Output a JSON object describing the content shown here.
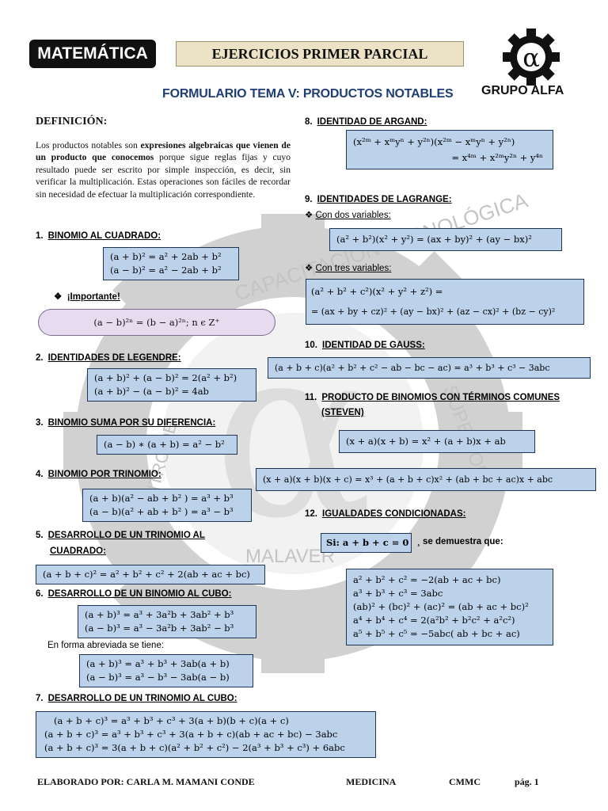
{
  "header": {
    "badge": "MATEMÁTICA",
    "banner": "EJERCICIOS PRIMER PARCIAL",
    "title": "FORMULARIO TEMA V:  PRODUCTOS NOTABLES",
    "logo_symbol": "α",
    "logo_text": "GRUPO ALFA"
  },
  "watermark": {
    "arc_text": "CAPACITACIÓN TECNOLÓGICA",
    "arc_right": "SUPERIOR",
    "arc_left": "CENTRO DE",
    "bottom": "MALAVER",
    "symbol": "α"
  },
  "definition": {
    "title": "DEFINICIÓN:",
    "text_pre": "Los productos notables son ",
    "text_bold": "expresiones algebraicas que vienen de un producto que conocemos",
    "text_post": " porque sigue reglas fijas y cuyo resultado puede ser escrito por simple inspección, es decir, sin verificar la multiplicación. Estas operaciones son fáciles de recordar sin necesidad de efectuar la multiplicación correspondiente."
  },
  "sections": {
    "s1": {
      "num": "1.",
      "title": "BINOMIO AL CUADRADO:",
      "lines": [
        "(a + b)² = a² + 2ab + b²",
        "(a − b)² = a² − 2ab + b²"
      ]
    },
    "important": {
      "bullet": "❖",
      "label": "¡Importante!",
      "formula": "(a − b)²ⁿ = (b − a)²ⁿ;   n ϵ Z⁺"
    },
    "s2": {
      "num": "2.",
      "title": "IDENTIDADES DE LEGENDRE:",
      "lines": [
        "(a + b)² + (a − b)² = 2(a² + b²)",
        "(a + b)² − (a − b)² = 4ab"
      ]
    },
    "s3": {
      "num": "3.",
      "title": "BINOMIO SUMA POR SU DIFERENCIA:",
      "lines": [
        "(a − b) ∗ (a + b) = a² − b²"
      ]
    },
    "s4": {
      "num": "4.",
      "title": "BINOMIO POR TRINOMIO:",
      "lines": [
        "(a + b)(a² − ab + b² ) = a³ + b³",
        "(a − b)(a² + ab + b² ) = a³ − b³"
      ]
    },
    "s5": {
      "num": "5.",
      "title_line1": "DESARROLLO   DE   UN   TRINOMIO   AL",
      "title_line2": "CUADRADO:",
      "lines": [
        "(a + b + c)² = a² + b² + c² + 2(ab + ac + bc)"
      ]
    },
    "s6": {
      "num": "6.",
      "title": "DESARROLLO DE UN BINOMIO AL CUBO:",
      "lines": [
        "(a + b)³ = a³ + 3a²b + 3ab² + b³",
        "(a − b)³ = a³ − 3a²b + 3ab² − b³"
      ],
      "note": "En forma abreviada se tiene:",
      "lines2": [
        "(a + b)³ = a³ + b³ + 3ab(a + b)",
        "(a − b)³ = a³ − b³ − 3ab(a − b)"
      ]
    },
    "s7": {
      "num": "7.",
      "title": "DESARROLLO DE UN TRINOMIO AL CUBO:",
      "lines": [
        "(a + b + c)³ = a³ + b³ + c³ + 3(a + b)(b + c)(a + c)",
        "(a + b + c)³ = a³ + b³ + c³ + 3(a + b + c)(ab + ac + bc) − 3abc",
        "(a + b + c)³ = 3(a + b + c)(a² + b² + c²) − 2(a³ + b³ + c³) + 6abc"
      ]
    },
    "s8": {
      "num": "8.",
      "title": "IDENTIDAD DE ARGAND:",
      "lines": [
        "(x²ᵐ + xᵐyⁿ + y²ⁿ)(x²ᵐ − xᵐyⁿ + y²ⁿ)",
        "= x⁴ᵐ + x²ᵐy²ⁿ + y⁴ⁿ"
      ]
    },
    "s9": {
      "num": "9.",
      "title": "IDENTIDADES DE LAGRANGE:",
      "bullet": "❖",
      "sub1": "Con dos variables:",
      "line1": "(a² + b²)(x² + y²) = (ax + by)² + (ay − bx)²",
      "sub2": "Con tres variables:",
      "lines2": [
        "(a² + b² + c²)(x² + y² + z²) =",
        "= (ax + by + cz)² + (ay − bx)² + (az − cx)² + (bz − cy)²"
      ]
    },
    "s10": {
      "num": "10.",
      "title": "IDENTIDAD DE GAUSS:",
      "line": "(a + b + c)(a² + b² + c² − ab − bc − ac) = a³ + b³ + c³ − 3abc"
    },
    "s11": {
      "num": "11.",
      "title_line1": "PRODUCTO DE BINOMIOS CON TÉRMINOS COMUNES",
      "title_line2": "(STEVEN)",
      "line1": "(x + a)(x + b) = x² + (a + b)x + ab",
      "line2": "(x + a)(x + b)(x + c) = x³ + (a + b + c)x² + (ab + bc + ac)x + abc"
    },
    "s12": {
      "num": "12.",
      "title": "IGUALDADES CONDICIONADAS:",
      "condition": "Si: a + b + c = 0",
      "condition_after": "¸ se demuestra que:",
      "lines": [
        "a² + b² + c² = −2(ab + ac + bc)",
        "a³ + b³ + c³ = 3abc",
        "(ab)² + (bc)² + (ac)² = (ab + ac + bc)²",
        "a⁴ + b⁴ + c⁴ = 2(a²b² + b²c² + a²c²)",
        "a⁵ + b⁵ + c⁵ = −5abc( ab + bc + ac)"
      ]
    }
  },
  "footer": {
    "author": "ELABORADO POR: CARLA M. MAMANI CONDE",
    "subject": "MEDICINA",
    "initials": "CMMC",
    "page": "pág. 1"
  }
}
